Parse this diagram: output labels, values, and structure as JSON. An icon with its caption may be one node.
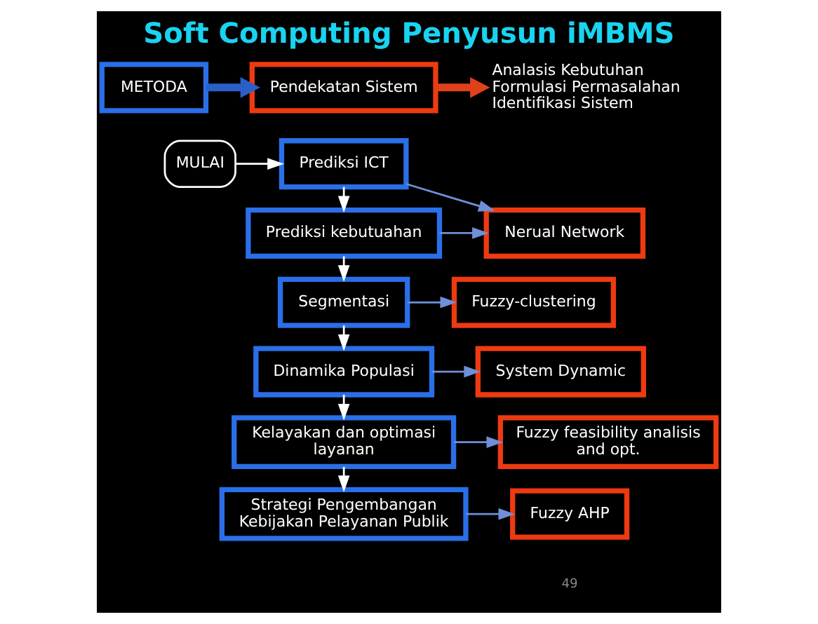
{
  "diagram": {
    "title": "Soft Computing Penyusun iMBMS",
    "nodes": [
      {
        "text": [
          "METODA"
        ]
      },
      {
        "text": [
          "Pendekatan Sistem"
        ]
      },
      {
        "text": [
          "Analasis Kebutuhan",
          "Formulasi Permasalahan",
          "Identifikasi Sistem"
        ]
      },
      {
        "text": [
          "MULAI"
        ]
      },
      {
        "text": [
          "Prediksi ICT"
        ]
      },
      {
        "text": [
          "Prediksi kebutuahan"
        ]
      },
      {
        "text": [
          "Nerual Network"
        ]
      },
      {
        "text": [
          "Segmentasi"
        ]
      },
      {
        "text": [
          "Fuzzy-clustering"
        ]
      },
      {
        "text": [
          "Dinamika Populasi"
        ]
      },
      {
        "text": [
          "System Dynamic"
        ]
      },
      {
        "text": [
          "Kelayakan dan optimasi layanan"
        ]
      },
      {
        "text": [
          "Fuzzy feasibility analisis and opt."
        ]
      },
      {
        "text": [
          "Strategi Pengembangan Kebijakan Pelayanan Publik"
        ]
      },
      {
        "text": [
          "Fuzzy AHP"
        ]
      }
    ],
    "edges": [
      {
        "from": 0,
        "to": 1,
        "arrow": "to",
        "style": "thick",
        "color": "#2a5fc8"
      },
      {
        "from": 1,
        "to": 2,
        "arrow": "to",
        "style": "thick",
        "color": "#e0401a"
      },
      {
        "from": 3,
        "to": 4,
        "arrow": "to"
      },
      {
        "from": 4,
        "to": 5,
        "arrow": "to"
      },
      {
        "from": 4,
        "to": 6,
        "arrow": "to",
        "color": "#6f8fd8"
      },
      {
        "from": 5,
        "to": 6,
        "arrow": "to",
        "color": "#6f8fd8"
      },
      {
        "from": 5,
        "to": 7,
        "arrow": "to"
      },
      {
        "from": 7,
        "to": 8,
        "arrow": "to",
        "color": "#6f8fd8"
      },
      {
        "from": 7,
        "to": 9,
        "arrow": "to"
      },
      {
        "from": 9,
        "to": 10,
        "arrow": "to",
        "color": "#6f8fd8"
      },
      {
        "from": 9,
        "to": 11,
        "arrow": "to"
      },
      {
        "from": 11,
        "to": 12,
        "arrow": "to",
        "color": "#6f8fd8"
      },
      {
        "from": 11,
        "to": 13,
        "arrow": "to"
      },
      {
        "from": 13,
        "to": 14,
        "arrow": "to",
        "color": "#6f8fd8"
      }
    ],
    "labels": [
      "49"
    ]
  }
}
